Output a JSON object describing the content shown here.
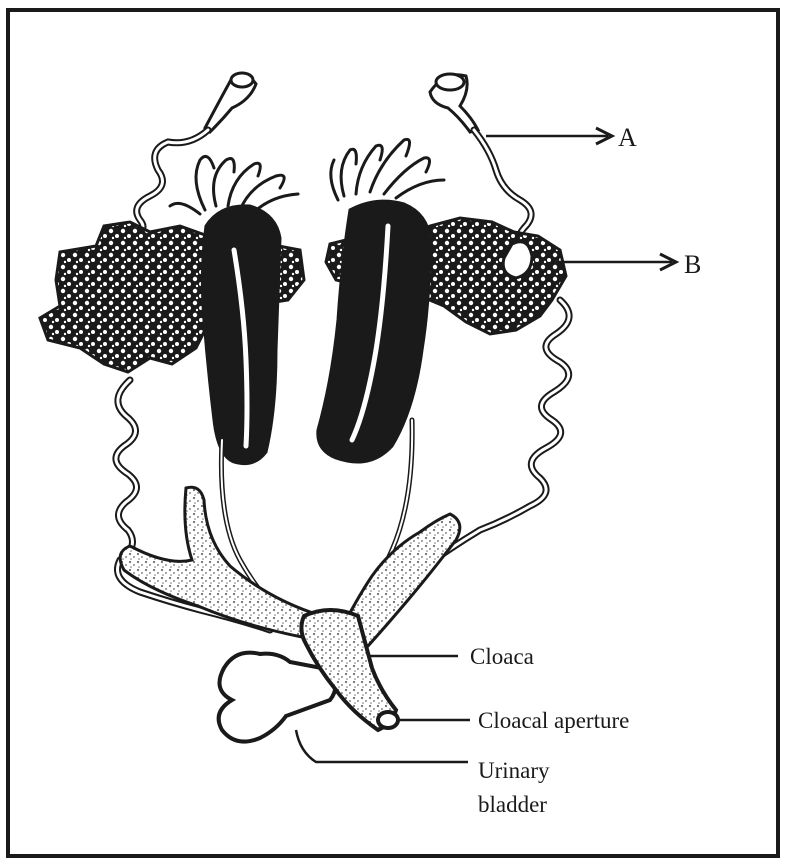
{
  "diagram": {
    "labels": {
      "a": "A",
      "b": "B",
      "cloaca": "Cloaca",
      "cloacal_aperture": "Cloacal aperture",
      "urinary_bladder_line1": "Urinary",
      "urinary_bladder_line2": "bladder"
    },
    "colors": {
      "ink": "#1a1a1a",
      "stipple": "#bdbdbd",
      "paper": "#ffffff"
    }
  }
}
